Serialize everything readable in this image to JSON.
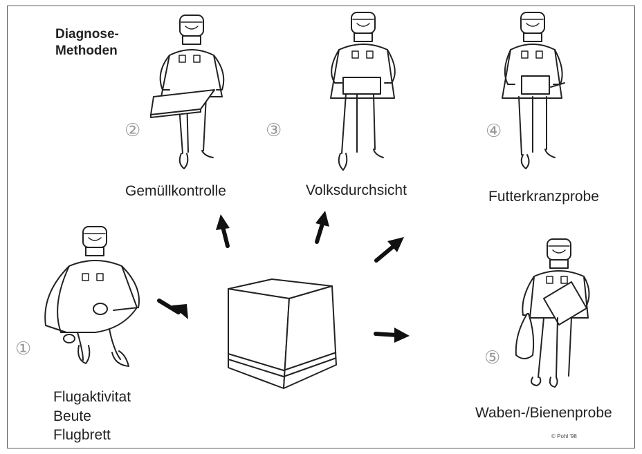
{
  "title": {
    "line1": "Diagnose-",
    "line2": "Methoden"
  },
  "methods": [
    {
      "number": "①",
      "lines": [
        "Flugaktivitat",
        "Beute",
        "Flugbrett"
      ]
    },
    {
      "number": "②",
      "label": "Gemüllkontrolle"
    },
    {
      "number": "③",
      "label": "Volksdurchsicht"
    },
    {
      "number": "④",
      "label": "Futterkranzprobe"
    },
    {
      "number": "⑤",
      "label": "Waben-/Bienenprobe"
    }
  ],
  "copyright": "© Pohl '98",
  "colors": {
    "line": "#222222",
    "number": "#999999",
    "background": "#ffffff"
  }
}
